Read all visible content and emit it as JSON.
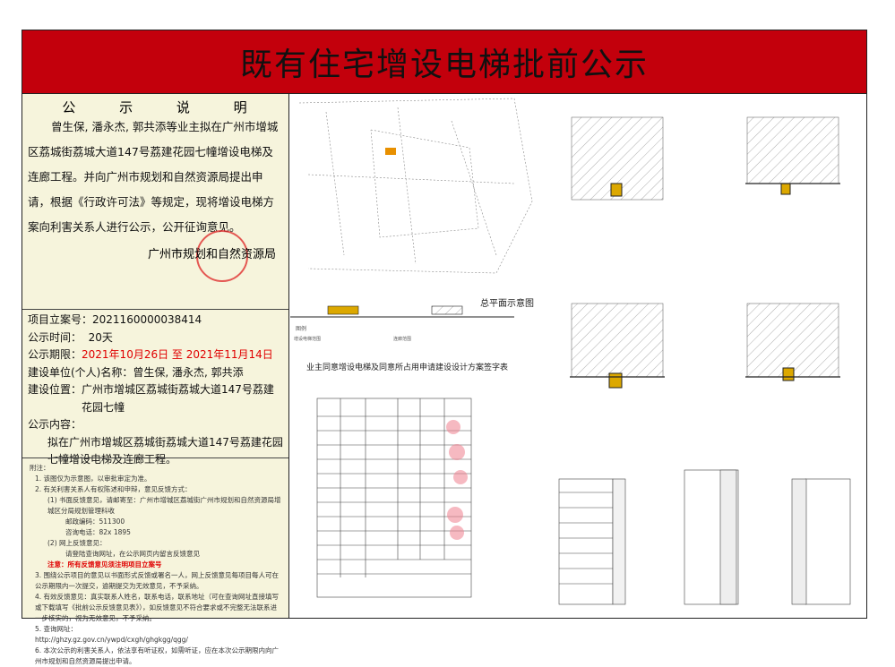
{
  "title": "既有住宅增设电梯批前公示",
  "notice": {
    "heading": "公 示 说 明",
    "body": "曾生保, 潘永杰, 郭共添等业主拟在广州市增城区荔城街荔城大道147号荔建花园七幢增设电梯及连廊工程。并向广州市规划和自然资源局提出申请，根据《行政许可法》等规定，现将增设电梯方案向利害关系人进行公示，公开征询意见。",
    "signature": "广州市规划和自然资源局"
  },
  "info": {
    "project_no_label": "项目立案号：",
    "project_no": "2021160000038414",
    "duration_label": "公示时间：",
    "duration": "20天",
    "period_label": "公示期限：",
    "period": "2021年10月26日  至   2021年11月14日",
    "applicant_label": "建设单位(个人)名称：",
    "applicant": "曾生保, 潘永杰, 郭共添",
    "location_label": "建设位置：",
    "location": "广州市增城区荔城街荔城大道147号荔建花园七幢",
    "content_label": "公示内容：",
    "content": "拟在广州市增城区荔城街荔城大道147号荔建花园七幢增设电梯及连廊工程。"
  },
  "notes": {
    "title": "附注：",
    "items": [
      "1. 该图仅为示意图，以审批审定为准。",
      "2. 有关利害关系人有权陈述和申辩，意见反馈方式：",
      "(1) 书面反馈意见，请邮寄至：广州市增城区荔城街广州市规划和自然资源局增城区分局规划管理科收",
      "邮政编码：511300",
      "咨询电话：82x 1895",
      "(2) 网上反馈意见：",
      "请登陆查询网址，在公示网页内留言反馈意见",
      "注意：所有反馈意见须注明项目立案号",
      "3. 围绕公示项目的意见以书面形式反馈或署名一人，网上反馈意见每项目每人可在公示期限内一次提交，逾期提交为无效意见，不予采纳。",
      "4. 有效反馈意见：真实联系人姓名，联系电话，联系地址（可在查询网址直接填写或下载填写《批前公示反馈意见表》），如反馈意见不符合要求或不完整无法联系进一步核实的，视为无效意见，不予采纳。",
      "5. 查询网址：",
      "http://ghzy.gz.gov.cn/ywpd/cxgh/ghgkgg/qgg/",
      "6. 本次公示的利害关系人，依法享有听证权，如需听证，应在本次公示期限内向广州市规划和自然资源局提出申请。"
    ]
  },
  "drawings": {
    "site_plan": "总平面示意图",
    "legend_title": "图例",
    "legend_elevator": "增设电梯范围",
    "legend_corridor": "连廊范围",
    "signature_table_title": "业主同意增设电梯及同意所占用申请建设设计方案签字表",
    "elevator_color": "#dca800",
    "seal_color": "#e03030"
  }
}
